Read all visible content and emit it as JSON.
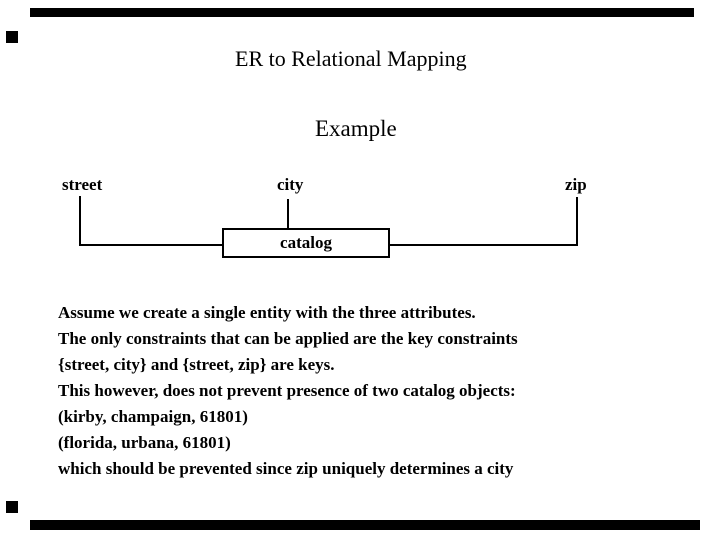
{
  "slide": {
    "title": "ER to Relational Mapping",
    "subtitle": "Example",
    "diagram": {
      "attributes": [
        {
          "label": "street"
        },
        {
          "label": "city"
        },
        {
          "label": "zip"
        }
      ],
      "entity": "catalog"
    },
    "body_lines": [
      "Assume we create a single entity with the three attributes.",
      "The only constraints that can be applied are the key constraints",
      "{street, city} and {street, zip} are keys.",
      "This however, does not prevent presence of two catalog objects:",
      "(kirby, champaign, 61801)",
      "(florida, urbana, 61801)",
      "which should be prevented since zip uniquely determines a city"
    ],
    "colors": {
      "background": "#ffffff",
      "ink": "#000000"
    }
  }
}
